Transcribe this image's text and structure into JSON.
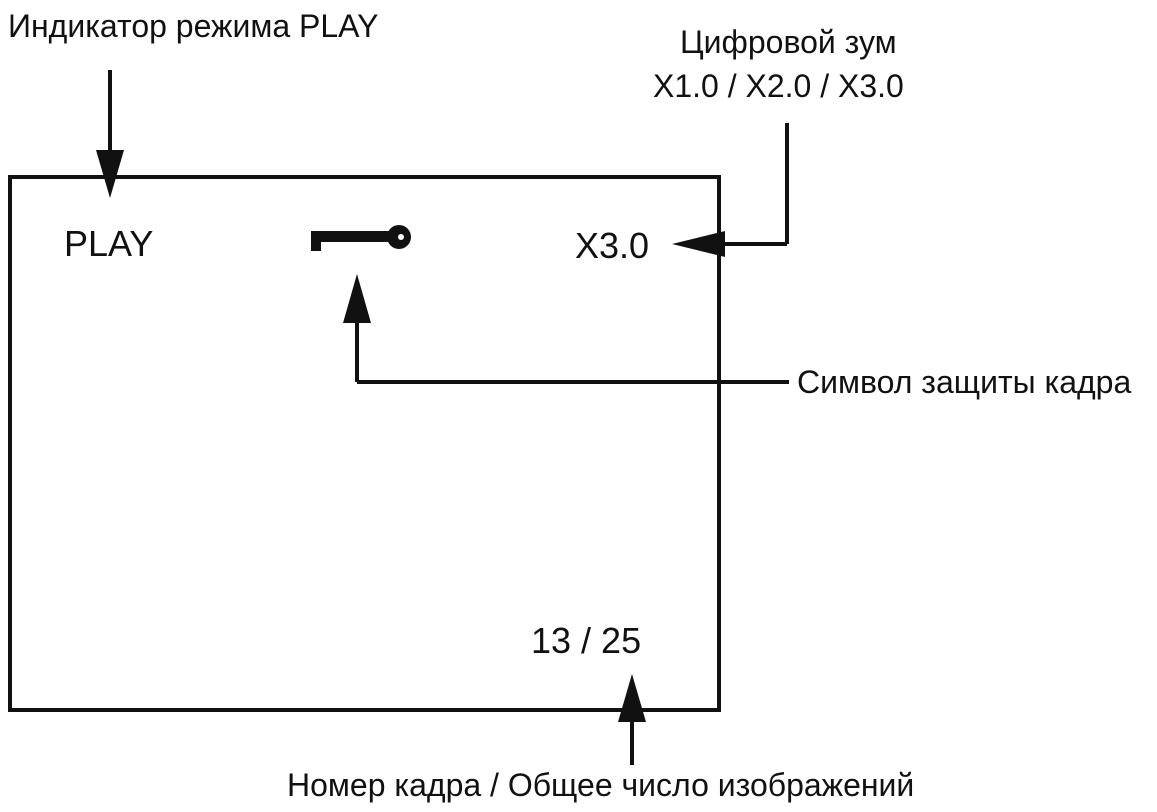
{
  "callouts": {
    "play_indicator": "Индикатор режима PLAY",
    "digital_zoom_title": "Цифровой зум",
    "digital_zoom_values": "X1.0 / X2.0 / X3.0",
    "protect_symbol": "Символ защиты кадра",
    "frame_counter": "Номер кадра / Общее число изображений"
  },
  "screen": {
    "mode": "PLAY",
    "zoom": "X3.0",
    "counter": "13 / 25",
    "protect_icon": "key-icon"
  },
  "colors": {
    "ink": "#111111",
    "background": "#ffffff"
  }
}
